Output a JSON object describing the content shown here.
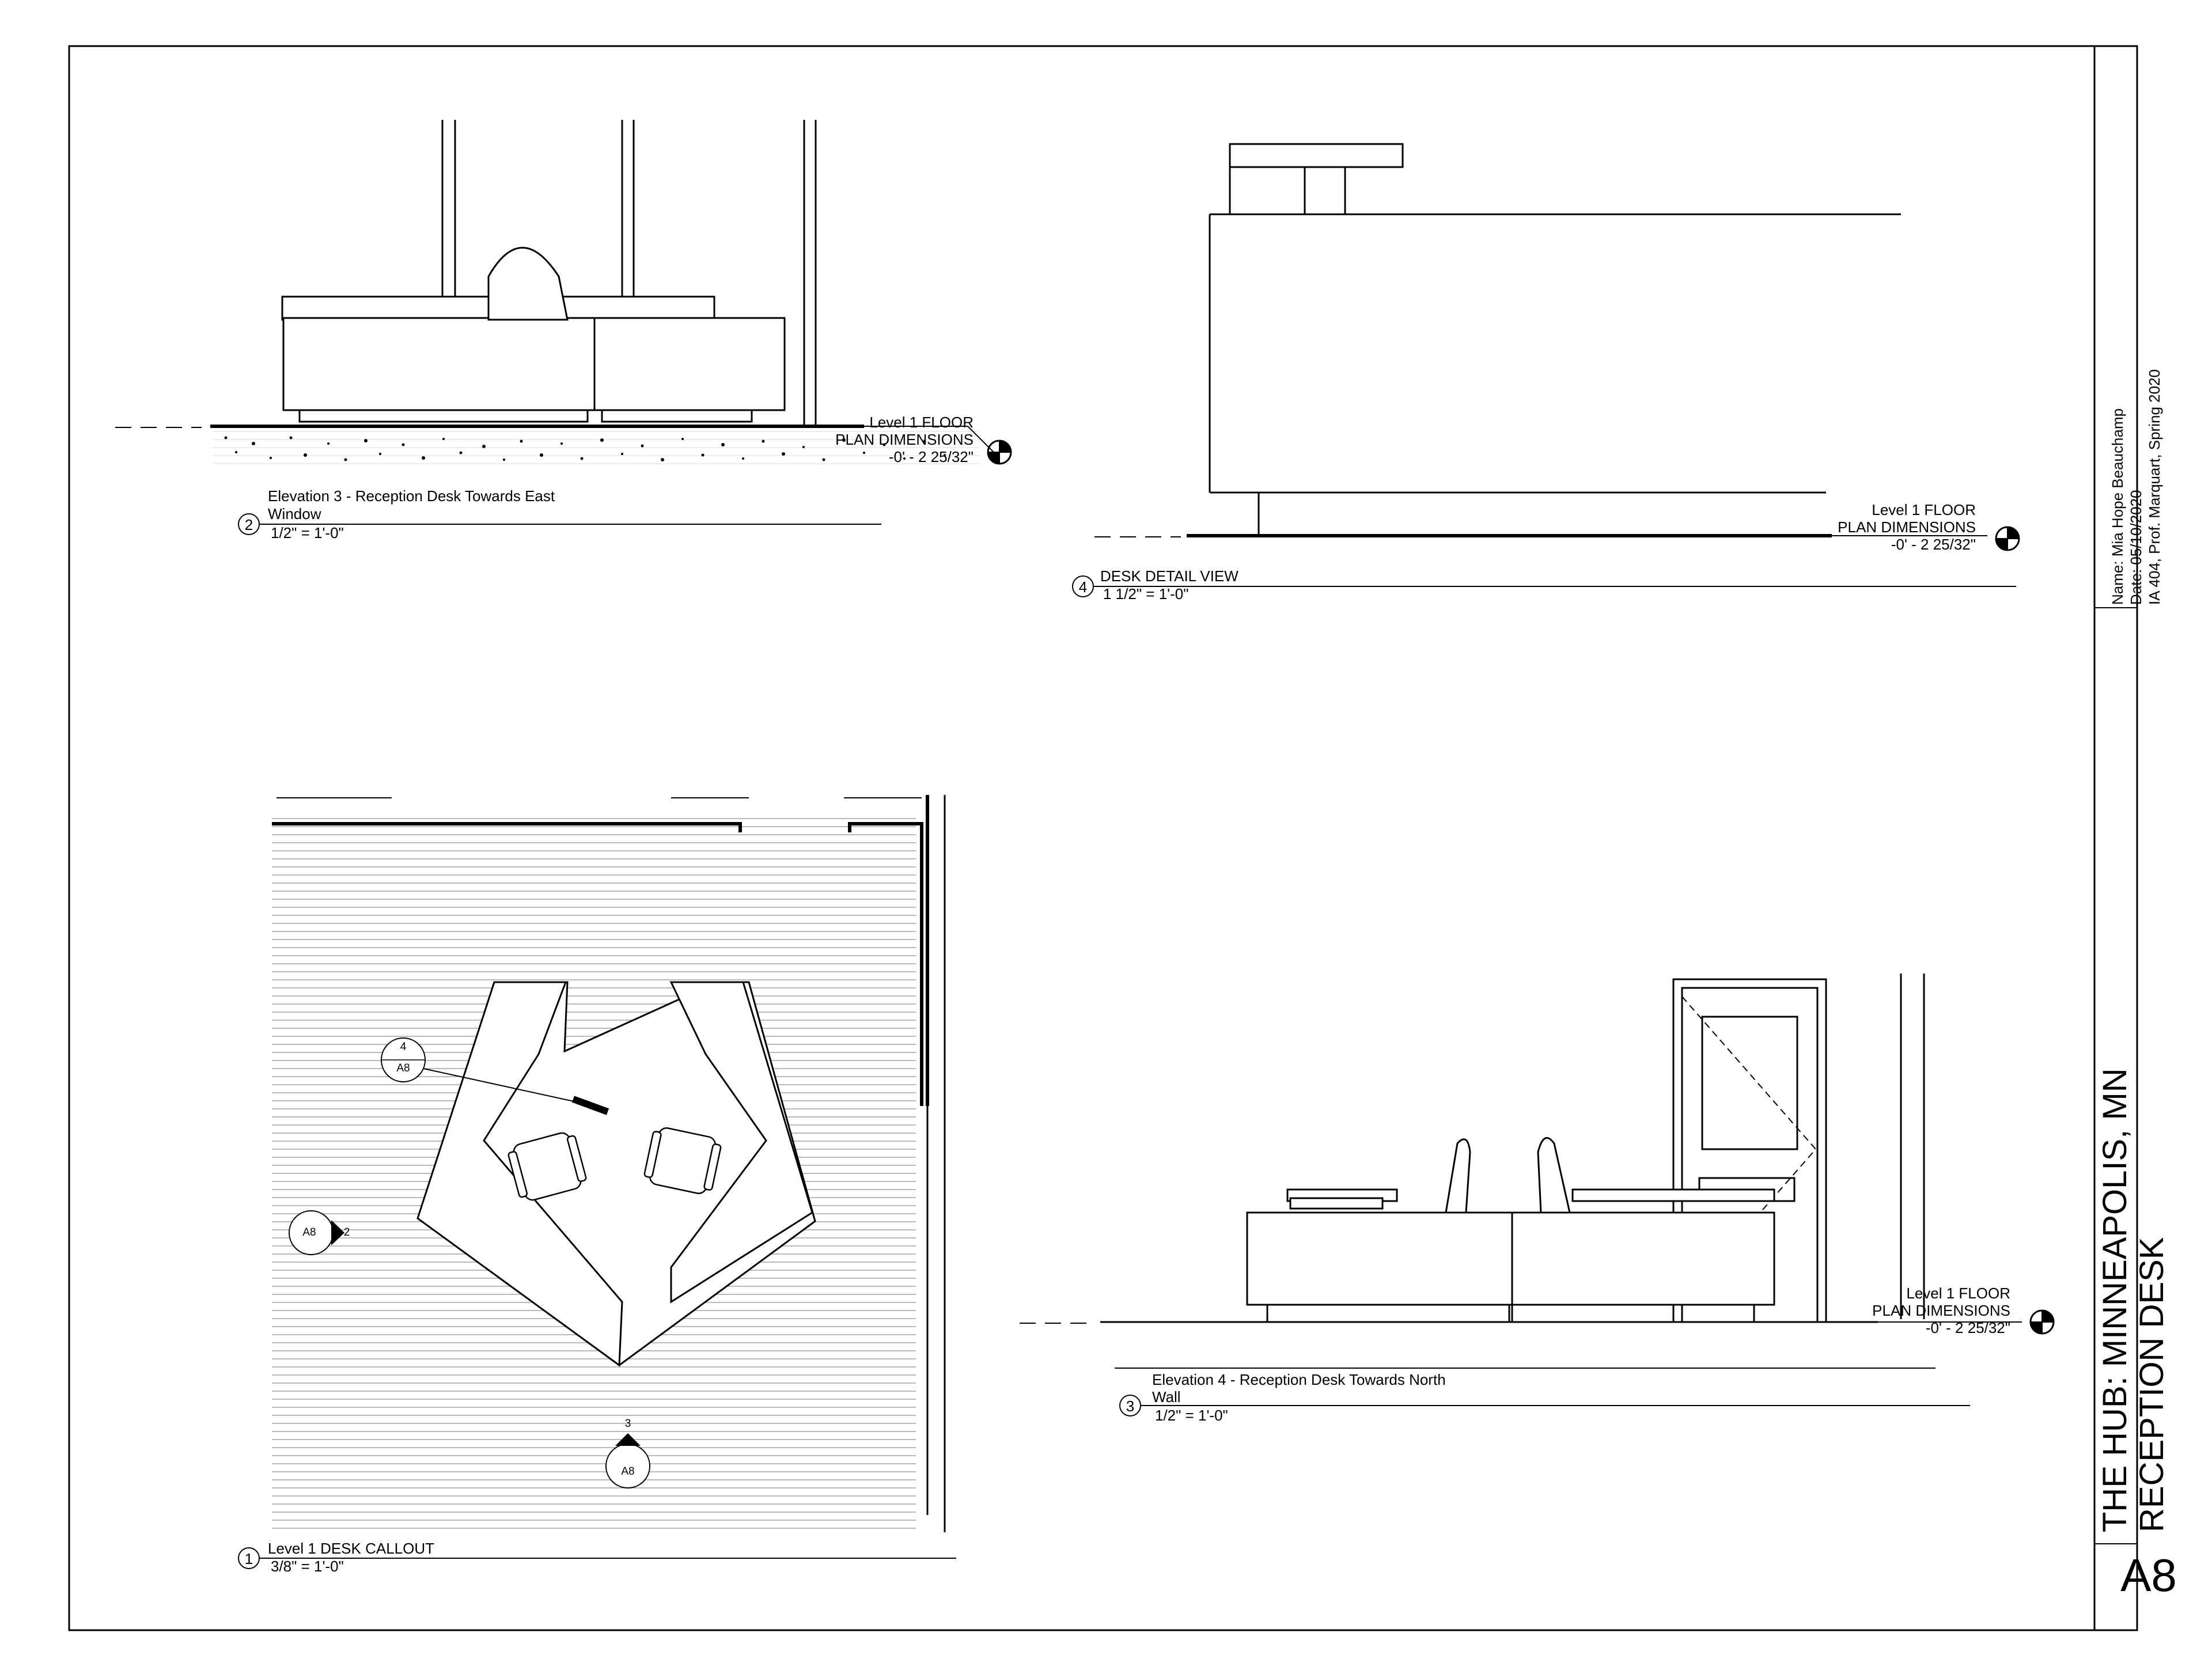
{
  "sheet": {
    "number": "A8",
    "title_line1": "THE HUB: MINNEAPOLIS, MN",
    "title_line2": "RECEPTION DESK",
    "info_name": "Name:  Mia Hope Beauchamp",
    "info_date": "Date:   05/10/2020",
    "info_course": "IA 404, Prof. Marquart, Spring 2020"
  },
  "views": {
    "elev3": {
      "num": "2",
      "title1": "Elevation 3 - Reception Desk Towards East",
      "title2": "Window",
      "scale": "1/2\" = 1'-0\""
    },
    "detail": {
      "num": "4",
      "title": "DESK DETAIL VIEW",
      "scale": "1 1/2\" = 1'-0\""
    },
    "callout": {
      "num": "1",
      "title": "Level 1 DESK CALLOUT",
      "scale": "3/8\" = 1'-0\""
    },
    "elev4": {
      "num": "3",
      "title1": "Elevation 4 - Reception Desk Towards North",
      "title2": "Wall",
      "scale": "1/2\" = 1'-0\""
    }
  },
  "level_marker": {
    "line1": "Level 1 FLOOR",
    "line2": "PLAN DIMENSIONS",
    "line3": "-0' - 2 25/32\""
  },
  "plan_tags": {
    "detail_num": "4",
    "detail_sheet": "A8",
    "elev_left_sheet": "A8",
    "elev_left_num": "2",
    "elev_bottom_num": "3",
    "elev_bottom_sheet": "A8"
  }
}
